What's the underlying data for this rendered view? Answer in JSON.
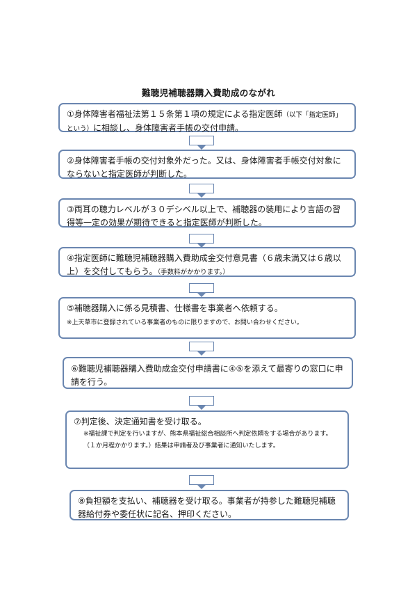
{
  "title": "難聴児補聴器購入費助成のながれ",
  "steps": [
    {
      "main": "①身体障害者福祉法第１５条第１項の規定による指定医師",
      "small": "（以下「指定医師」という）",
      "main2": "に相談し、身体障害者手帳の交付申請。"
    },
    {
      "main": "②身体障害者手帳の交付対象外だった。又は、身体障害者手帳交付対象にならないと指定医師が判断した。"
    },
    {
      "main": "③両耳の聴力レベルが３０デシベル以上で、補聴器の装用により言語の習得等一定の効果が期待できると指定医師が判断した。"
    },
    {
      "main": "④指定医師に難聴児補聴器購入費助成金交付意見書（６歳未満又は６歳以上）を交付してもらう。",
      "small": "（手数料がかかります。）"
    },
    {
      "main": "⑤補聴器購入に係る見積書、仕様書を事業者へ依頼する。",
      "note": "※上天草市に登録されている事業者のものに限りますので、お問い合わせください。"
    },
    {
      "main": "⑥難聴児補聴器購入費助成金交付申請書に④⑤を添えて最寄りの窓口に申請を行う。"
    },
    {
      "main": "⑦判定後、決定通知書を受け取る。",
      "note": "※福祉課で判定を行いますが、熊本県福祉総合相談所へ判定依頼をする場合があります。（１か月程かかります。）結果は申請者及び事業者に通知いたします。"
    },
    {
      "main": "⑧負担額を支払い、補聴器を受け取る。事業者が持参した難聴児補聴器給付券や委任状に記名、押印ください。"
    }
  ]
}
